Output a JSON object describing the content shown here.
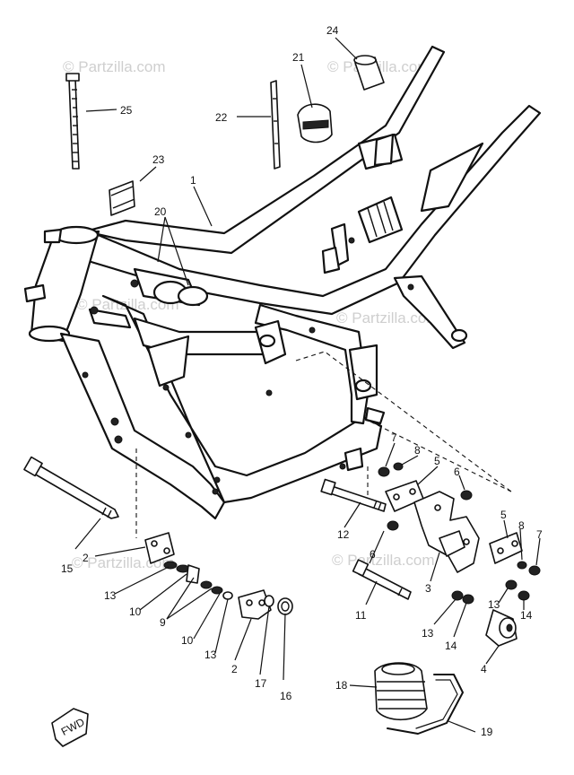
{
  "watermarks": [
    "© Partzilla.com",
    "© Partzilla.com",
    "© Partzilla.com",
    "© Partzilla.com",
    "© Partzilla.com",
    "© Partzilla.com"
  ],
  "callouts": {
    "frame": "1",
    "engine_mount_bracket_front_left": "2",
    "engine_mount_bracket_front_right": "2",
    "engine_mount_bracket_rear": "3",
    "damper_rubber": "4",
    "plate_rear_upper": "5",
    "plate_rear_right": "5",
    "nut_6_a": "6",
    "nut_6_b": "6",
    "nut_7_a": "7",
    "nut_7_b": "7",
    "washer_8_a": "8",
    "washer_8_b": "8",
    "collar_9": "9",
    "washer_10_a": "10",
    "washer_10_b": "10",
    "bolt_11": "11",
    "bolt_12": "12",
    "washer_13_a": "13",
    "washer_13_b": "13",
    "washer_13_c": "13",
    "washer_13_d": "13",
    "nut_14_a": "14",
    "nut_14_b": "14",
    "long_bolt_15": "15",
    "nut_16": "16",
    "washer_17": "17",
    "cover_18": "18",
    "band_19": "19",
    "ball_race_20": "20",
    "cap_21": "21",
    "band_22": "22",
    "damper_23": "23",
    "cap_24": "24",
    "band_25": "25"
  },
  "front_arrow_label": "FWD"
}
